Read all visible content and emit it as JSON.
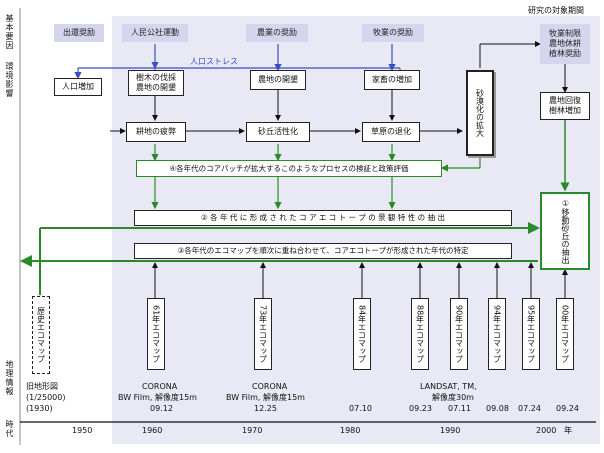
{
  "header": {
    "period_label": "研究の対象期間"
  },
  "row_labels": {
    "factors": "基本要因",
    "environment": "環境影響",
    "geo": "地理情報",
    "era": "時代"
  },
  "top_boxes": [
    {
      "id": "reclamation",
      "label": "出還奨励"
    },
    {
      "id": "commune",
      "label": "人民公社運動"
    },
    {
      "id": "farm",
      "label": "農業の奨励"
    },
    {
      "id": "livestock",
      "label": "牧業の奨励"
    },
    {
      "id": "policy",
      "label": "牧業制限\n農地休耕\n植林奨励"
    }
  ],
  "stress_label": "人口ストレス",
  "population_box": "人口増加",
  "mid_boxes": [
    {
      "id": "cut",
      "label": "樹木の伐採\n農地の開墾"
    },
    {
      "id": "dev",
      "label": "農地の開墾"
    },
    {
      "id": "graze",
      "label": "家畜の増加"
    }
  ],
  "desert_box": "砂漠化の拡大",
  "recovery_box": "農地回復\n樹林増加",
  "chain_boxes": [
    {
      "id": "c1",
      "label": "耕地の疲弊"
    },
    {
      "id": "c2",
      "label": "砂丘活性化"
    },
    {
      "id": "c3",
      "label": "草原の退化"
    }
  ],
  "step4": "④各年代のコアパッチが拡大するこのようなプロセスの検証と政策評価",
  "step1": "①移動砂丘の抽出",
  "step2": "② 各 年 代 に 形 成 さ れ た コ ア エ コ ト ー プ の 景 観 特 性 の 抽 出",
  "step3": "③各年代のエコマップを順次に重ね合わせて、コアエコトープが形成された年代の特定",
  "history_map": "歴史エコマップ",
  "maps": [
    "61年エコマップ",
    "73年エコマップ",
    "84年エコマップ",
    "88年エコマップ",
    "90年エコマップ",
    "94年エコマップ",
    "95年エコマップ",
    "00年エコマップ"
  ],
  "sources": {
    "old_map": "旧地形図",
    "old_scale": "(1/25000)",
    "old_year": "(1930)",
    "corona1": "CORONA",
    "corona1_film": "BW Film, 解像度15m",
    "corona1_date": "09.12",
    "corona2": "CORONA",
    "corona2_film": "BW Film, 解像度15m",
    "corona2_date": "12.25",
    "landsat": "LANDSAT, TM,",
    "landsat_res": "解像度30m",
    "dates": [
      "07.10",
      "09.23",
      "07.11",
      "09.08",
      "07.24",
      "09.24"
    ]
  },
  "axis": {
    "ticks": [
      "1950",
      "1960",
      "1970",
      "1980",
      "1990",
      "2000"
    ],
    "unit": "年"
  }
}
